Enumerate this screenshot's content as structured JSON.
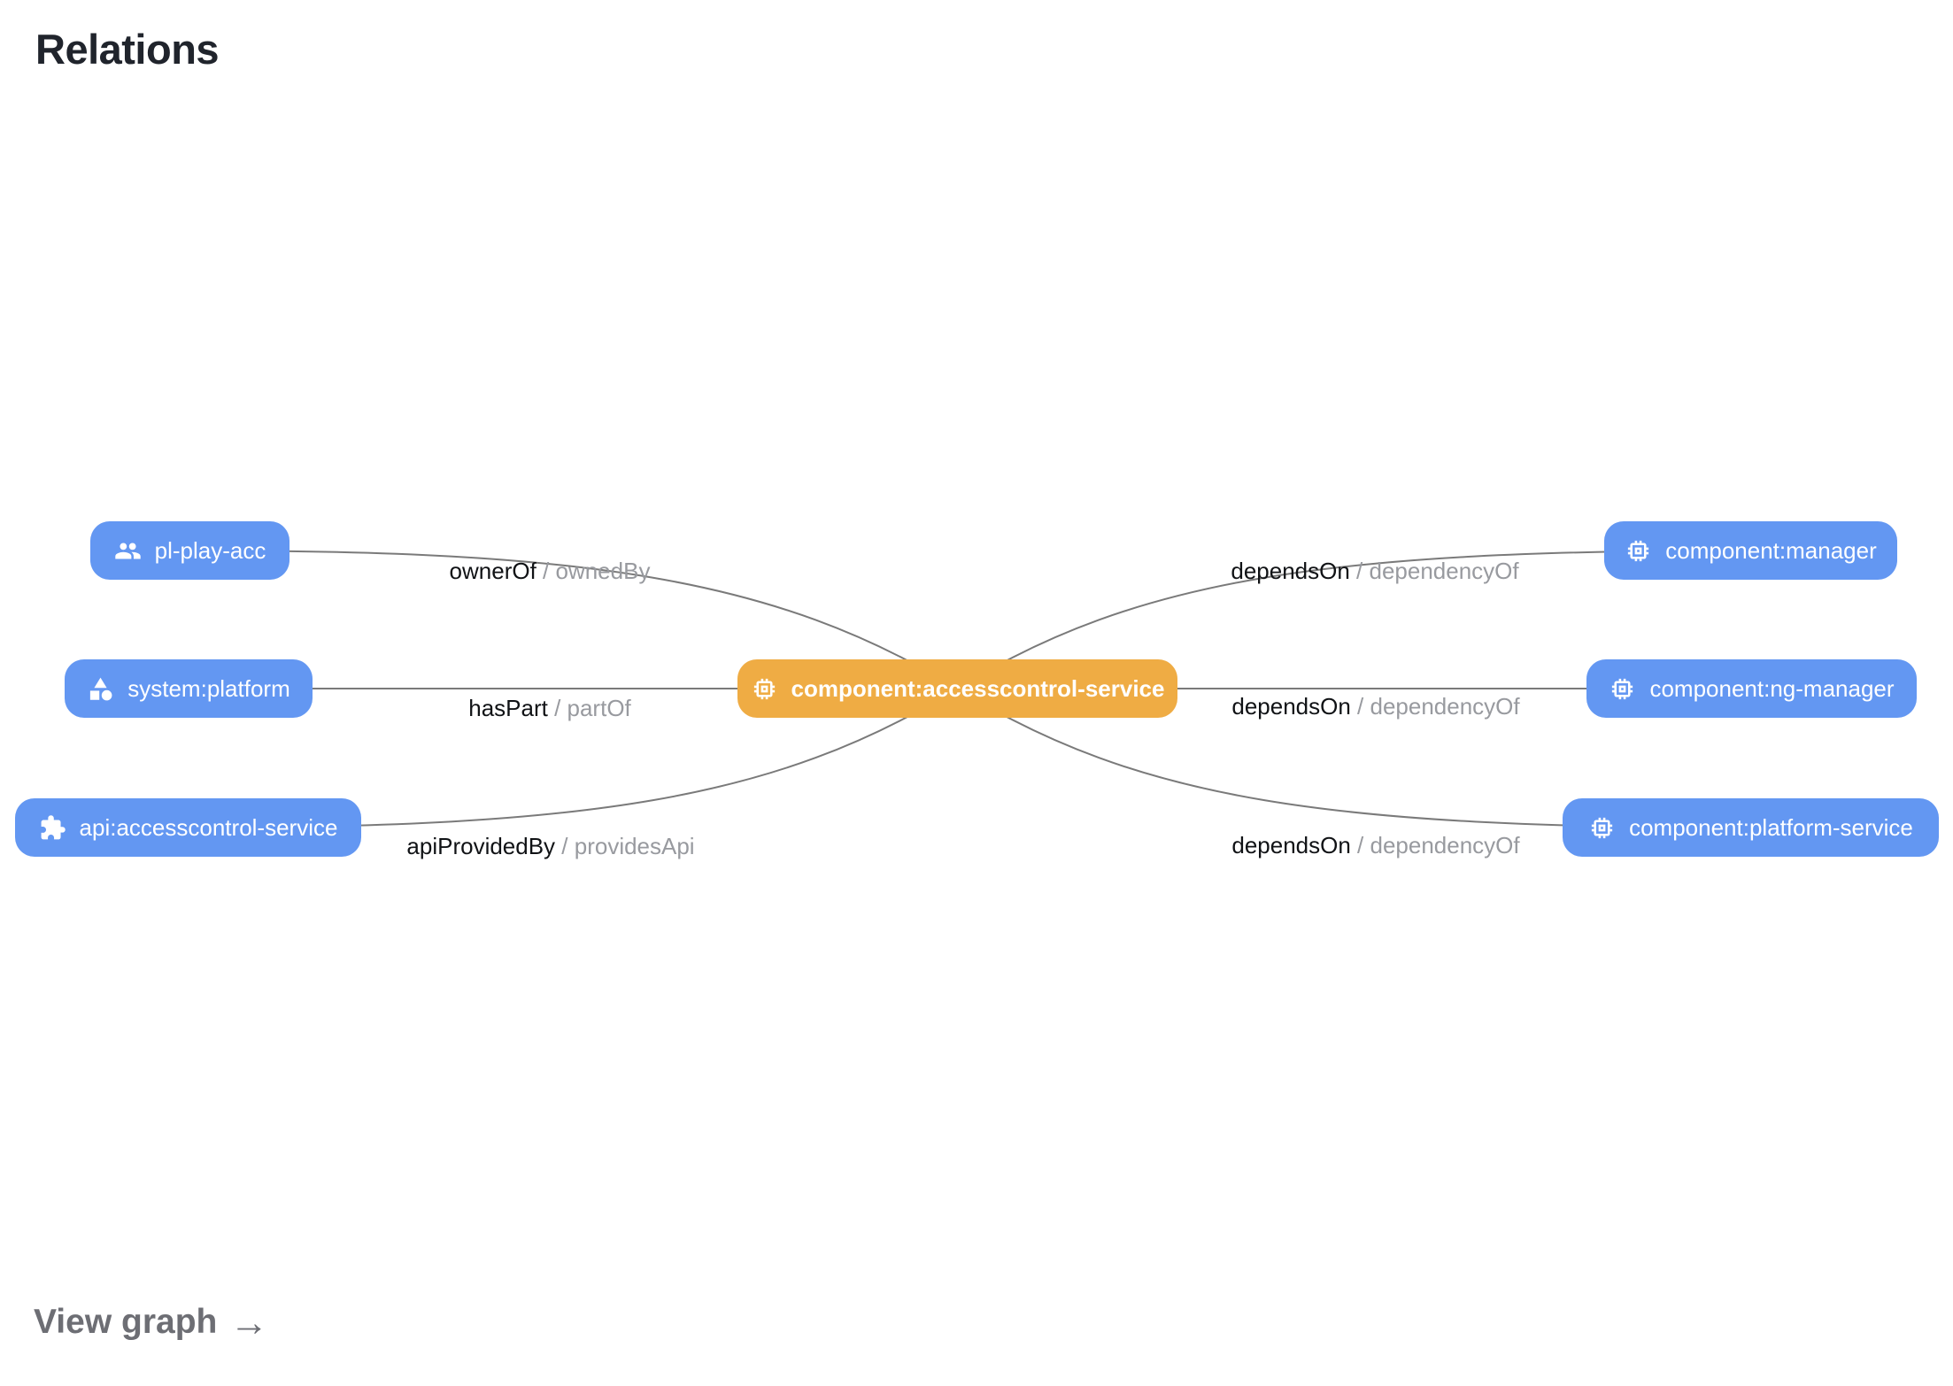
{
  "header": {
    "title": "Relations"
  },
  "footer": {
    "view_graph_label": "View graph",
    "arrow_glyph": "→"
  },
  "colors": {
    "node_blue": "#6397f2",
    "node_orange": "#efac44",
    "edge_line": "#7a7a7a",
    "edge_label_primary": "#101215",
    "edge_label_secondary": "#989a9f",
    "title_text": "#20242c",
    "view_graph_text": "#6d6e74"
  },
  "graph": {
    "center": {
      "label": "component:accesscontrol-service",
      "icon": "memory-chip-icon"
    },
    "nodes": [
      {
        "label": "pl-play-acc",
        "icon": "group-icon"
      },
      {
        "label": "system:platform",
        "icon": "category-icon"
      },
      {
        "label": "api:accesscontrol-service",
        "icon": "extension-puzzle-icon"
      },
      {
        "label": "component:manager",
        "icon": "memory-chip-icon"
      },
      {
        "label": "component:ng-manager",
        "icon": "memory-chip-icon"
      },
      {
        "label": "component:platform-service",
        "icon": "memory-chip-icon"
      }
    ],
    "edge_labels": [
      {
        "relation": "ownerOf",
        "separator": " / ",
        "inverse": "ownedBy"
      },
      {
        "relation": "hasPart",
        "separator": " / ",
        "inverse": "partOf"
      },
      {
        "relation": "apiProvidedBy",
        "separator": " / ",
        "inverse": "providesApi"
      },
      {
        "relation": "dependsOn",
        "separator": " / ",
        "inverse": "dependencyOf"
      },
      {
        "relation": "dependsOn",
        "separator": " / ",
        "inverse": "dependencyOf"
      },
      {
        "relation": "dependsOn",
        "separator": " / ",
        "inverse": "dependencyOf"
      }
    ]
  }
}
